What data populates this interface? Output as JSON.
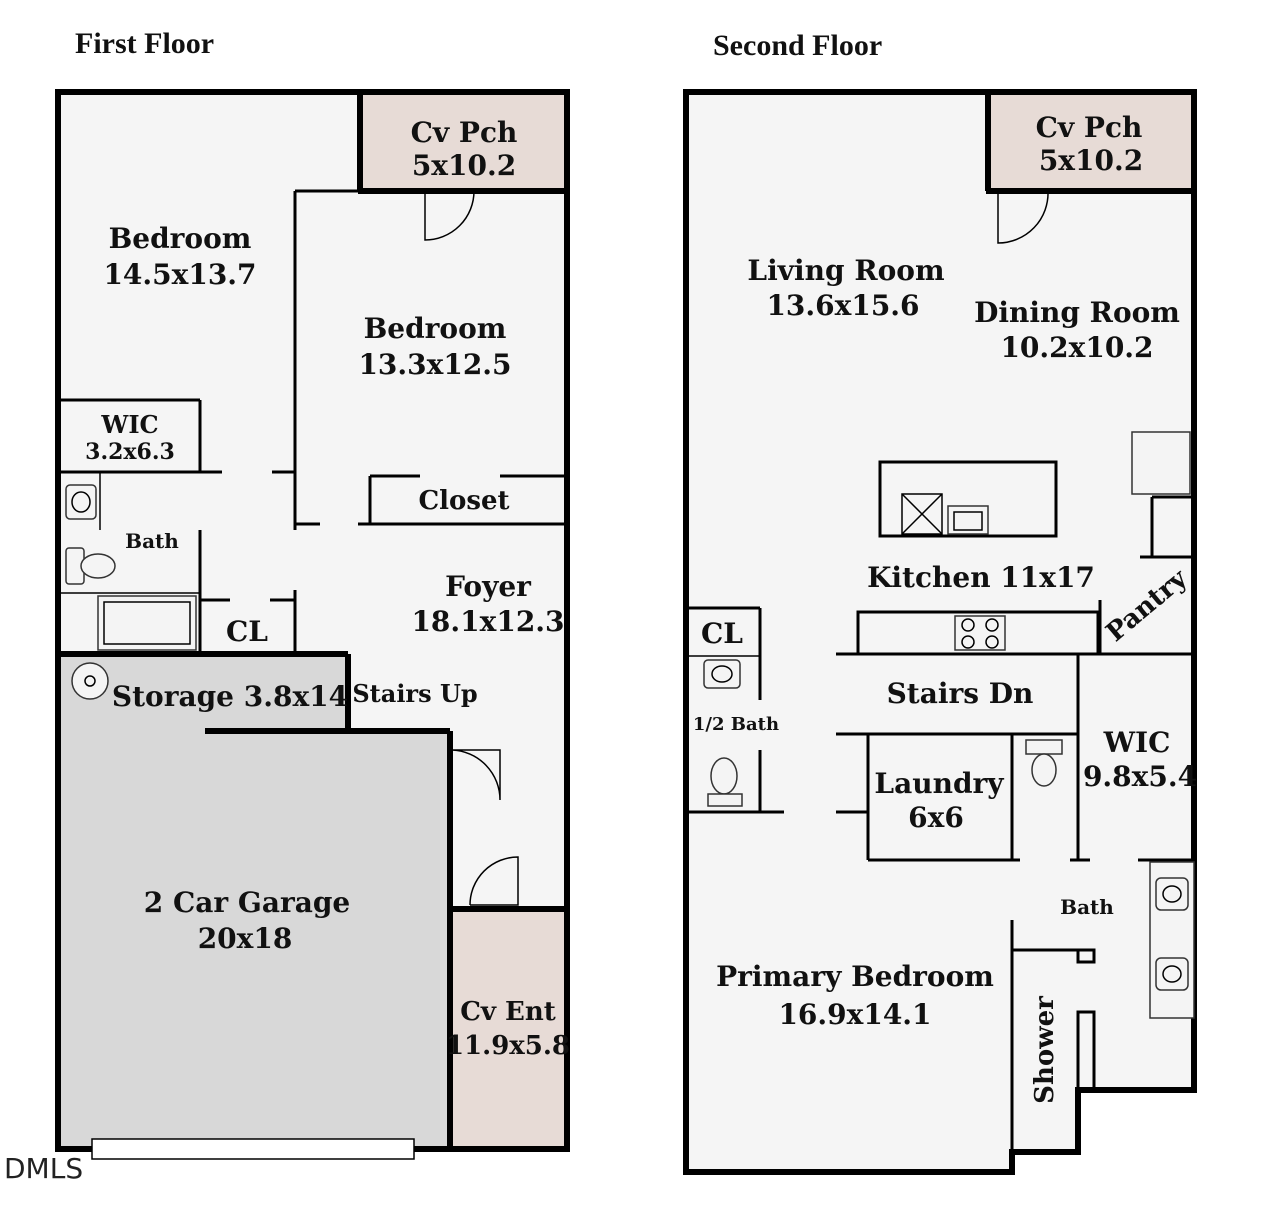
{
  "first_floor": {
    "title": "First Floor",
    "rooms": {
      "cv_pch": {
        "name": "Cv Pch",
        "dims": "5x10.2"
      },
      "bedroom_a": {
        "name": "Bedroom",
        "dims": "14.5x13.7"
      },
      "bedroom_b": {
        "name": "Bedroom",
        "dims": "13.3x12.5"
      },
      "wic": {
        "name": "WIC",
        "dims": "3.2x6.3"
      },
      "bath": {
        "name": "Bath"
      },
      "closet": {
        "name": "Closet"
      },
      "foyer": {
        "name": "Foyer",
        "dims": "18.1x12.3"
      },
      "cl": {
        "name": "CL"
      },
      "storage": {
        "name": "Storage 3.8x14"
      },
      "stairs_up": {
        "name": "Stairs Up"
      },
      "garage": {
        "name": "2 Car Garage",
        "dims": "20x18"
      },
      "cv_ent": {
        "name": "Cv Ent",
        "dims": "11.9x5.8"
      }
    }
  },
  "second_floor": {
    "title": "Second Floor",
    "rooms": {
      "cv_pch": {
        "name": "Cv Pch",
        "dims": "5x10.2"
      },
      "living": {
        "name": "Living Room",
        "dims": "13.6x15.6"
      },
      "dining": {
        "name": "Dining Room",
        "dims": "10.2x10.2"
      },
      "kitchen": {
        "name": "Kitchen 11x17"
      },
      "pantry": {
        "name": "Pantry"
      },
      "cl": {
        "name": "CL"
      },
      "half_bath": {
        "name": "1/2 Bath"
      },
      "stairs_dn": {
        "name": "Stairs Dn"
      },
      "wic": {
        "name": "WIC",
        "dims": "9.8x5.4"
      },
      "laundry": {
        "name": "Laundry",
        "dims": "6x6"
      },
      "bath": {
        "name": "Bath"
      },
      "primary": {
        "name": "Primary Bedroom",
        "dims": "16.9x14.1"
      },
      "shower": {
        "name": "Shower"
      }
    }
  },
  "watermark": "DMLS",
  "colors": {
    "porch_fill": "#e7dbd6",
    "garage_fill": "#d8d8d8",
    "room_fill": "#f5f5f5",
    "wall": "#000000"
  }
}
